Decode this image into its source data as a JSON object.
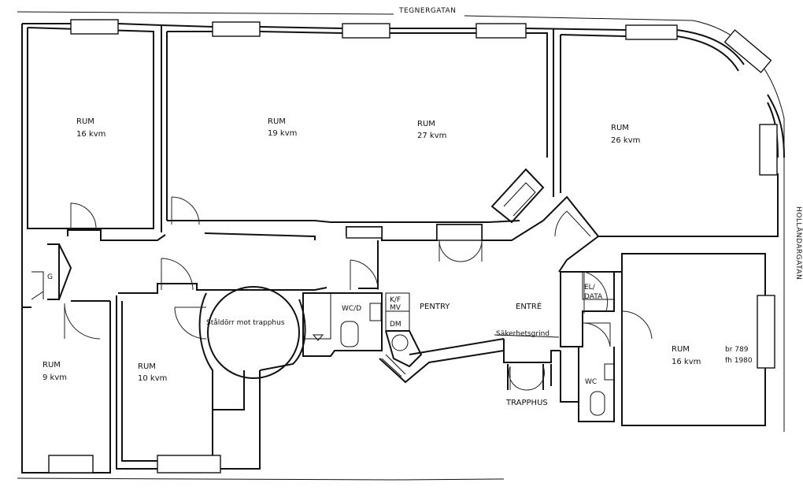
{
  "streets": {
    "top": "TEGNERGATAN",
    "right": "HOLLÄNDARGATAN"
  },
  "rooms": [
    {
      "id": "r1",
      "name": "RUM",
      "area": "16 kvm"
    },
    {
      "id": "r2",
      "name": "RUM",
      "area": "19 kvm"
    },
    {
      "id": "r3",
      "name": "RUM",
      "area": "27 kvm"
    },
    {
      "id": "r4",
      "name": "RUM",
      "area": "26 kvm"
    },
    {
      "id": "r5",
      "name": "RUM",
      "area": "9 kvm"
    },
    {
      "id": "r6",
      "name": "RUM",
      "area": "10 kvm"
    },
    {
      "id": "r7",
      "name": "RUM",
      "area": "16 kvm"
    }
  ],
  "labels": {
    "pentry": "PENTRY",
    "entre": "ENTRÉ",
    "trapphus": "TRAPPHUS",
    "sakerhetsgrind": "Säkerhetsgrind",
    "staldorr": "Ståldörr mot trapphus",
    "wcd": "WC/D",
    "wc": "WC",
    "kf": "K/F",
    "mv": "MV",
    "dm": "DM",
    "el": "EL/",
    "data": "DATA",
    "g": "G",
    "br": "br 789",
    "fh": "fh 1980"
  }
}
